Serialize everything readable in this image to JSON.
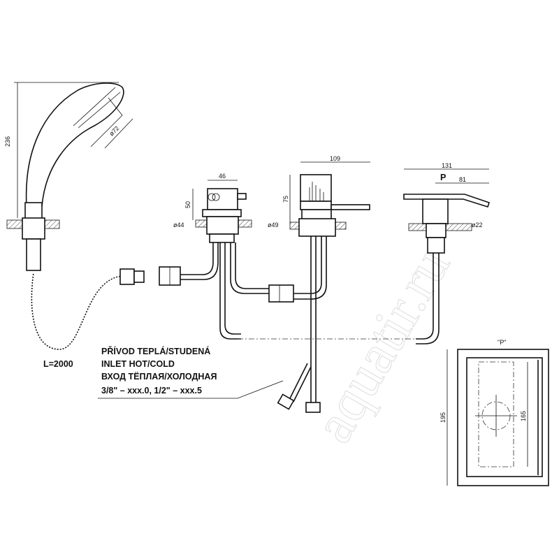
{
  "watermark": "aquatir.ru",
  "hand_shower": {
    "height": "236",
    "diameter": "ø72",
    "hose_length": "L=2000"
  },
  "valve_left": {
    "width": "46",
    "height": "50",
    "diameter": "ø44"
  },
  "valve_mid": {
    "width": "109",
    "height": "75",
    "diameter": "ø49"
  },
  "spout": {
    "width": "131",
    "marker": "P",
    "offset": "81",
    "diameter": "ø22"
  },
  "detail_p": {
    "title": "\"P\"",
    "outer": "195",
    "inner": "165"
  },
  "inlet_note": {
    "lines": [
      "PŘÍVOD TEPLÁ/STUDENÁ",
      "INLET HOT/COLD",
      "ВХОД ТЁПЛАЯ/ХОЛОДНАЯ",
      "3/8\" – xxx.0, 1/2\" – xxx.5"
    ]
  }
}
